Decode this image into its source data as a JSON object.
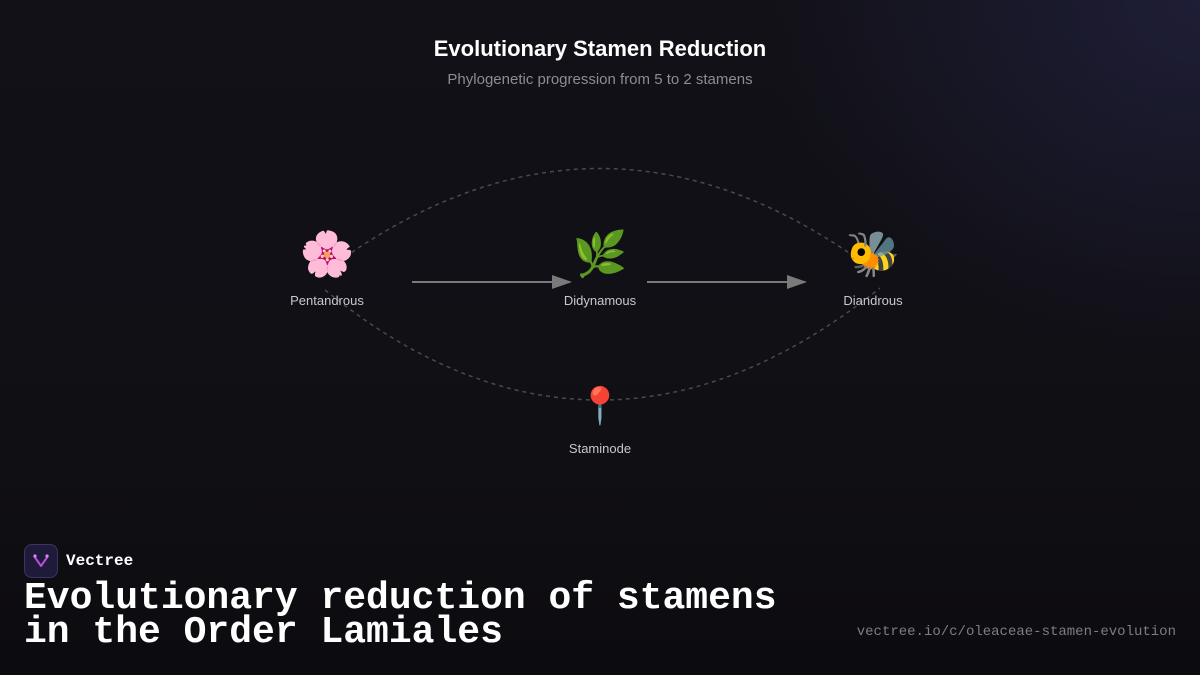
{
  "header": {
    "title": "Evolutionary Stamen Reduction",
    "subtitle": "Phylogenetic progression from 5 to 2 stamens"
  },
  "nodes": [
    {
      "id": "pentandrous",
      "label": "Pentandrous",
      "icon": "cherry-blossom-icon",
      "emoji": "🌸"
    },
    {
      "id": "didynamous",
      "label": "Didynamous",
      "icon": "herb-icon",
      "emoji": "🌿"
    },
    {
      "id": "diandrous",
      "label": "Diandrous",
      "icon": "bee-icon",
      "emoji": "🐝"
    },
    {
      "id": "staminode",
      "label": "Staminode",
      "icon": "pushpin-icon",
      "emoji": "📍"
    }
  ],
  "colors": {
    "background": "#111015",
    "arrow": "#7a7a7a",
    "dashed": "#4a4950",
    "brand_accent": "#b94fd6"
  },
  "brand": {
    "name": "Vectree"
  },
  "caption": "Evolutionary reduction of stamens in the Order Lamiales",
  "url": "vectree.io/c/oleaceae-stamen-evolution"
}
